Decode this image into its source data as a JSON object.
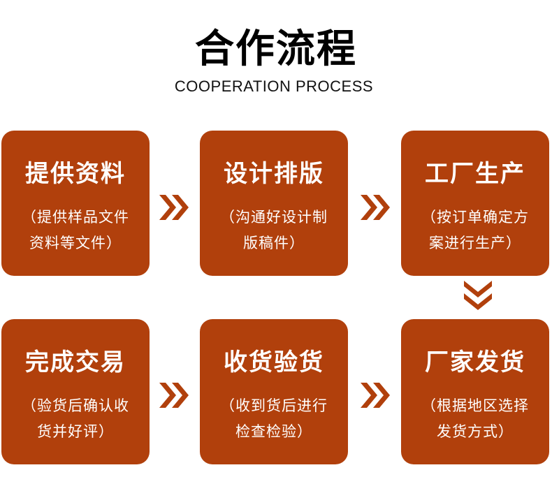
{
  "header": {
    "title": "合作流程",
    "subtitle": "COOPERATION PROCESS"
  },
  "colors": {
    "card_bg": "#b1400c",
    "arrow": "#b1400c",
    "text_on_card": "#ffffff"
  },
  "steps": [
    {
      "title": "提供资料",
      "desc_line1": "（提供样品文件",
      "desc_line2": "资料等文件）"
    },
    {
      "title": "设计排版",
      "desc_line1": "（沟通好设计制",
      "desc_line2": "版稿件）"
    },
    {
      "title": "工厂生产",
      "desc_line1": "（按订单确定方",
      "desc_line2": "案进行生产）"
    },
    {
      "title": "厂家发货",
      "desc_line1": "（根据地区选择",
      "desc_line2": "发货方式）"
    },
    {
      "title": "收货验货",
      "desc_line1": "（收到货后进行",
      "desc_line2": "检查检验）"
    },
    {
      "title": "完成交易",
      "desc_line1": "（验货后确认收",
      "desc_line2": "货并好评）"
    }
  ],
  "arrows": {
    "icon": "double-chevron",
    "count": 5
  }
}
